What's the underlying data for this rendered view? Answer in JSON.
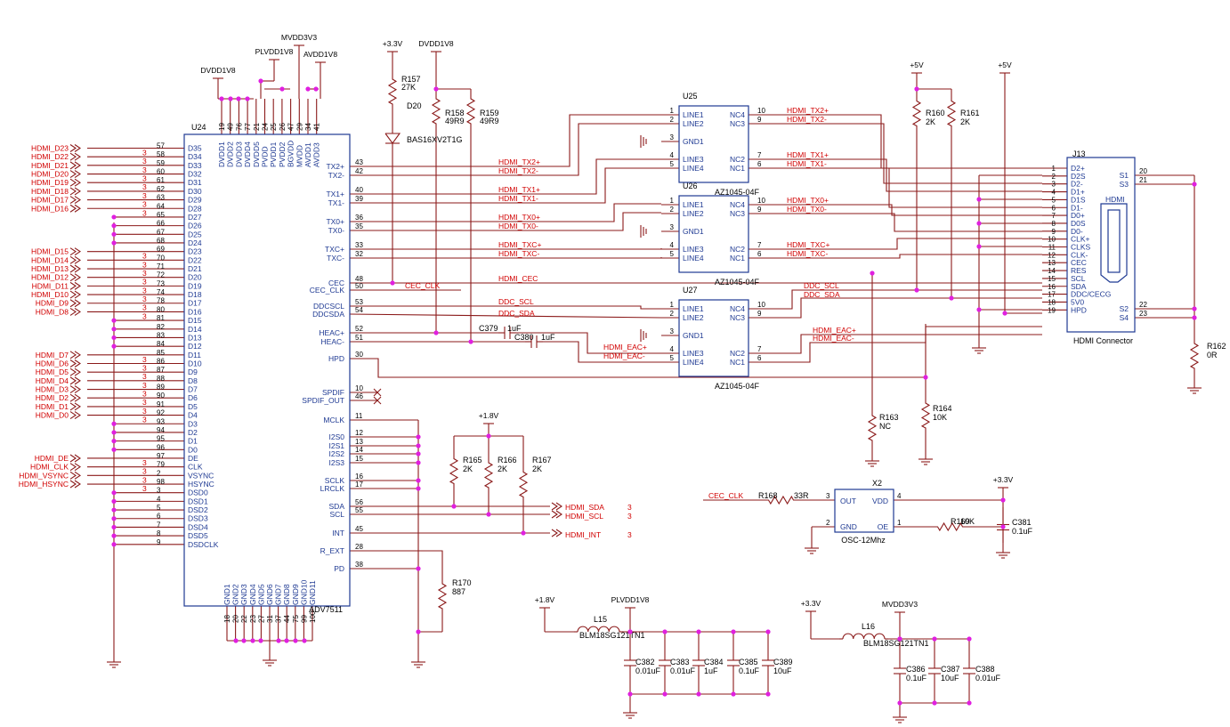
{
  "colors": {
    "wire": "#8b1a1a",
    "ic": "#1f3a93",
    "net": "#d10000",
    "junction": "#e020e0"
  },
  "u24": {
    "ref": "U24",
    "part": "ADV7511",
    "top_pins": [
      {
        "num": "19",
        "name": "DVDD1"
      },
      {
        "num": "49",
        "name": "DVDD2"
      },
      {
        "num": "76",
        "name": "DVDD3"
      },
      {
        "num": "77",
        "name": "DVDD4"
      },
      {
        "num": "21",
        "name": "DVDD5"
      },
      {
        "num": "24",
        "name": "PVDD"
      },
      {
        "num": "25",
        "name": "PVDD1"
      },
      {
        "num": "26",
        "name": "PVDD2"
      },
      {
        "num": "47",
        "name": "BGVDD"
      },
      {
        "num": "29",
        "name": "MVDD"
      },
      {
        "num": "34",
        "name": "AVDD1"
      },
      {
        "num": "41",
        "name": "AVDD3"
      }
    ],
    "left_pins": [
      {
        "num": "57",
        "name": "D35",
        "net": "HDMI_D23"
      },
      {
        "num": "58",
        "name": "D34",
        "net": "HDMI_D22"
      },
      {
        "num": "59",
        "name": "D33",
        "net": "HDMI_D21"
      },
      {
        "num": "60",
        "name": "D32",
        "net": "HDMI_D20"
      },
      {
        "num": "61",
        "name": "D31",
        "net": "HDMI_D19"
      },
      {
        "num": "62",
        "name": "D30",
        "net": "HDMI_D18"
      },
      {
        "num": "63",
        "name": "D29",
        "net": "HDMI_D17"
      },
      {
        "num": "64",
        "name": "D28",
        "net": "HDMI_D16"
      },
      {
        "num": "65",
        "name": "D27",
        "net": ""
      },
      {
        "num": "66",
        "name": "D26",
        "net": ""
      },
      {
        "num": "67",
        "name": "D25",
        "net": ""
      },
      {
        "num": "68",
        "name": "D24",
        "net": ""
      },
      {
        "num": "69",
        "name": "D23",
        "net": "HDMI_D15"
      },
      {
        "num": "70",
        "name": "D22",
        "net": "HDMI_D14"
      },
      {
        "num": "71",
        "name": "D21",
        "net": "HDMI_D13"
      },
      {
        "num": "72",
        "name": "D20",
        "net": "HDMI_D12"
      },
      {
        "num": "73",
        "name": "D19",
        "net": "HDMI_D11"
      },
      {
        "num": "74",
        "name": "D18",
        "net": "HDMI_D10"
      },
      {
        "num": "78",
        "name": "D17",
        "net": "HDMI_D9"
      },
      {
        "num": "80",
        "name": "D16",
        "net": "HDMI_D8"
      },
      {
        "num": "81",
        "name": "D15",
        "net": ""
      },
      {
        "num": "82",
        "name": "D14",
        "net": ""
      },
      {
        "num": "83",
        "name": "D13",
        "net": ""
      },
      {
        "num": "84",
        "name": "D12",
        "net": ""
      },
      {
        "num": "85",
        "name": "D11",
        "net": "HDMI_D7"
      },
      {
        "num": "86",
        "name": "D10",
        "net": "HDMI_D6"
      },
      {
        "num": "87",
        "name": "D9",
        "net": "HDMI_D5"
      },
      {
        "num": "88",
        "name": "D8",
        "net": "HDMI_D4"
      },
      {
        "num": "89",
        "name": "D7",
        "net": "HDMI_D3"
      },
      {
        "num": "90",
        "name": "D6",
        "net": "HDMI_D2"
      },
      {
        "num": "91",
        "name": "D5",
        "net": "HDMI_D1"
      },
      {
        "num": "92",
        "name": "D4",
        "net": "HDMI_D0"
      },
      {
        "num": "93",
        "name": "D3",
        "net": ""
      },
      {
        "num": "94",
        "name": "D2",
        "net": ""
      },
      {
        "num": "95",
        "name": "D1",
        "net": ""
      },
      {
        "num": "96",
        "name": "D0",
        "net": ""
      },
      {
        "num": "97",
        "name": "DE",
        "net": "HDMI_DE"
      },
      {
        "num": "79",
        "name": "CLK",
        "net": "HDMI_CLK"
      },
      {
        "num": "2",
        "name": "VSYNC",
        "net": "HDMI_VSYNC"
      },
      {
        "num": "98",
        "name": "HSYNC",
        "net": "HDMI_HSYNC"
      },
      {
        "num": "3",
        "name": "DSD0",
        "net": ""
      },
      {
        "num": "4",
        "name": "DSD1",
        "net": ""
      },
      {
        "num": "5",
        "name": "DSD2",
        "net": ""
      },
      {
        "num": "6",
        "name": "DSD3",
        "net": ""
      },
      {
        "num": "7",
        "name": "DSD4",
        "net": ""
      },
      {
        "num": "8",
        "name": "DSD5",
        "net": ""
      },
      {
        "num": "9",
        "name": "DSDCLK",
        "net": ""
      }
    ],
    "net_suffix": "3",
    "right_pins": [
      {
        "num": "43",
        "name": "TX2+"
      },
      {
        "num": "42",
        "name": "TX2-"
      },
      {
        "num": "40",
        "name": "TX1+"
      },
      {
        "num": "39",
        "name": "TX1-"
      },
      {
        "num": "36",
        "name": "TX0+"
      },
      {
        "num": "35",
        "name": "TX0-"
      },
      {
        "num": "33",
        "name": "TXC+"
      },
      {
        "num": "32",
        "name": "TXC-"
      },
      {
        "num": "48",
        "name": "CEC"
      },
      {
        "num": "50",
        "name": "CEC_CLK"
      },
      {
        "num": "53",
        "name": "DDCSCL"
      },
      {
        "num": "54",
        "name": "DDCSDA"
      },
      {
        "num": "52",
        "name": "HEAC+"
      },
      {
        "num": "51",
        "name": "HEAC-"
      },
      {
        "num": "30",
        "name": "HPD"
      },
      {
        "num": "10",
        "name": "SPDIF"
      },
      {
        "num": "46",
        "name": "SPDIF_OUT"
      },
      {
        "num": "11",
        "name": "MCLK"
      },
      {
        "num": "12",
        "name": "I2S0"
      },
      {
        "num": "13",
        "name": "I2S1"
      },
      {
        "num": "14",
        "name": "I2S2"
      },
      {
        "num": "15",
        "name": "I2S3"
      },
      {
        "num": "16",
        "name": "SCLK"
      },
      {
        "num": "17",
        "name": "LRCLK"
      },
      {
        "num": "56",
        "name": "SDA"
      },
      {
        "num": "55",
        "name": "SCL"
      },
      {
        "num": "45",
        "name": "INT"
      },
      {
        "num": "28",
        "name": "R_EXT"
      },
      {
        "num": "38",
        "name": "PD"
      }
    ],
    "right_nets": [
      "HDMI_TX2+",
      "HDMI_TX2-",
      "HDMI_TX1+",
      "HDMI_TX1-",
      "HDMI_TX0+",
      "HDMI_TX0-",
      "HDMI_TXC+",
      "HDMI_TXC-",
      "HDMI_CEC",
      "CEC_CLK",
      "DDC_SCL",
      "DDC_SDA",
      "HDMI_EAC+",
      "HDMI_EAC-"
    ],
    "bottom_pins": [
      {
        "num": "18",
        "name": "GND1"
      },
      {
        "num": "20",
        "name": "GND2"
      },
      {
        "num": "22",
        "name": "GND3"
      },
      {
        "num": "23",
        "name": "GND4"
      },
      {
        "num": "27",
        "name": "GND5"
      },
      {
        "num": "31",
        "name": "GND6"
      },
      {
        "num": "37",
        "name": "GND7"
      },
      {
        "num": "44",
        "name": "GND8"
      },
      {
        "num": "75",
        "name": "GND9"
      },
      {
        "num": "99",
        "name": "GND10"
      },
      {
        "num": "100",
        "name": "GND11"
      }
    ]
  },
  "rails": {
    "dvdd": "DVDD1V8",
    "plvdd": "PLVDD1V8",
    "mvdd": "MVDD3V3",
    "avdd": "AVDD1V8",
    "v33": "+3.3V",
    "v5": "+5V",
    "v18": "+1.8V"
  },
  "parts": {
    "r157": {
      "ref": "R157",
      "val": "27K"
    },
    "d20": {
      "ref": "D20",
      "val": "BAS16XV2T1G"
    },
    "r158": {
      "ref": "R158",
      "val": "49R9"
    },
    "r159": {
      "ref": "R159",
      "val": "49R9"
    },
    "r160": {
      "ref": "R160",
      "val": "2K"
    },
    "r161": {
      "ref": "R161",
      "val": "2K"
    },
    "r162": {
      "ref": "R162",
      "val": "0R"
    },
    "r163": {
      "ref": "R163",
      "val": "NC"
    },
    "r164": {
      "ref": "R164",
      "val": "10K"
    },
    "r165": {
      "ref": "R165",
      "val": "2K"
    },
    "r166": {
      "ref": "R166",
      "val": "2K"
    },
    "r167": {
      "ref": "R167",
      "val": "2K"
    },
    "r168": {
      "ref": "R168",
      "val": "33R"
    },
    "r169": {
      "ref": "R169",
      "val": "10K"
    },
    "r170": {
      "ref": "R170",
      "val": "887"
    },
    "c379": {
      "ref": "C379",
      "val": "1uF"
    },
    "c380": {
      "ref": "C380",
      "val": "1uF"
    },
    "c381": {
      "ref": "C381",
      "val": "0.1uF"
    },
    "l15": {
      "ref": "L15",
      "val": "BLM18SG121TN1"
    },
    "l16": {
      "ref": "L16",
      "val": "BLM18SG121TN1"
    }
  },
  "esd": {
    "part": "AZ1045-04F",
    "pins": {
      "line1": "LINE1",
      "line2": "LINE2",
      "gnd1": "GND1",
      "line3": "LINE3",
      "line4": "LINE4",
      "nc4": "NC4",
      "nc3": "NC3",
      "nc2": "NC2",
      "nc1": "NC1"
    },
    "u25": {
      "ref": "U25",
      "nets": [
        "HDMI_TX2+",
        "HDMI_TX2-",
        "HDMI_TX1+",
        "HDMI_TX1-"
      ]
    },
    "u26": {
      "ref": "U26",
      "nets": [
        "HDMI_TX0+",
        "HDMI_TX0-",
        "HDMI_TXC+",
        "HDMI_TXC-"
      ]
    },
    "u27": {
      "ref": "U27",
      "nets": [
        "DDC_SCL",
        "DDC_SDA",
        "HDMI_EAC+",
        "HDMI_EAC-"
      ]
    }
  },
  "j13": {
    "ref": "J13",
    "name": "HDMI Connector",
    "logo": "HDMI",
    "pins": [
      {
        "num": "1",
        "name": "D2+"
      },
      {
        "num": "2",
        "name": "D2S"
      },
      {
        "num": "3",
        "name": "D2-"
      },
      {
        "num": "4",
        "name": "D1+"
      },
      {
        "num": "5",
        "name": "D1S"
      },
      {
        "num": "6",
        "name": "D1-"
      },
      {
        "num": "7",
        "name": "D0+"
      },
      {
        "num": "8",
        "name": "D0S"
      },
      {
        "num": "9",
        "name": "D0-"
      },
      {
        "num": "10",
        "name": "CLK+"
      },
      {
        "num": "11",
        "name": "CLKS"
      },
      {
        "num": "12",
        "name": "CLK-"
      },
      {
        "num": "13",
        "name": "CEC"
      },
      {
        "num": "14",
        "name": "RES"
      },
      {
        "num": "15",
        "name": "SCL"
      },
      {
        "num": "16",
        "name": "SDA"
      },
      {
        "num": "17",
        "name": "DDC/CECG"
      },
      {
        "num": "18",
        "name": "5V0"
      },
      {
        "num": "19",
        "name": "HPD"
      }
    ],
    "shield": [
      {
        "num": "20",
        "name": "S1"
      },
      {
        "num": "21",
        "name": "S3"
      },
      {
        "num": "22",
        "name": "S2"
      },
      {
        "num": "23",
        "name": "S4"
      }
    ]
  },
  "x2": {
    "ref": "X2",
    "part": "OSC-12Mhz",
    "out": "OUT",
    "vdd": "VDD",
    "gnd": "GND",
    "oe": "OE",
    "n3": "3",
    "n4": "4",
    "n2": "2",
    "n1": "1",
    "net": "CEC_CLK"
  },
  "i2c": {
    "sda": "HDMI_SDA",
    "scl": "HDMI_SCL",
    "int": "HDMI_INT",
    "sheet": "3"
  },
  "nc_marks": [],
  "esd_pin_numbers": {
    "l1": "1",
    "l2": "2",
    "g": "3",
    "l3": "4",
    "l4": "5",
    "n1": "6",
    "n2": "7",
    "n3": "9",
    "n4": "10"
  },
  "filter1": {
    "caps": [
      {
        "ref": "C382",
        "val": "0.01uF"
      },
      {
        "ref": "C383",
        "val": "0.01uF"
      },
      {
        "ref": "C384",
        "val": "1uF"
      },
      {
        "ref": "C385",
        "val": "0.1uF"
      },
      {
        "ref": "C389",
        "val": "10uF"
      }
    ]
  },
  "filter2": {
    "caps": [
      {
        "ref": "C386",
        "val": "0.1uF"
      },
      {
        "ref": "C387",
        "val": "10uF"
      },
      {
        "ref": "C388",
        "val": "0.01uF"
      }
    ]
  }
}
